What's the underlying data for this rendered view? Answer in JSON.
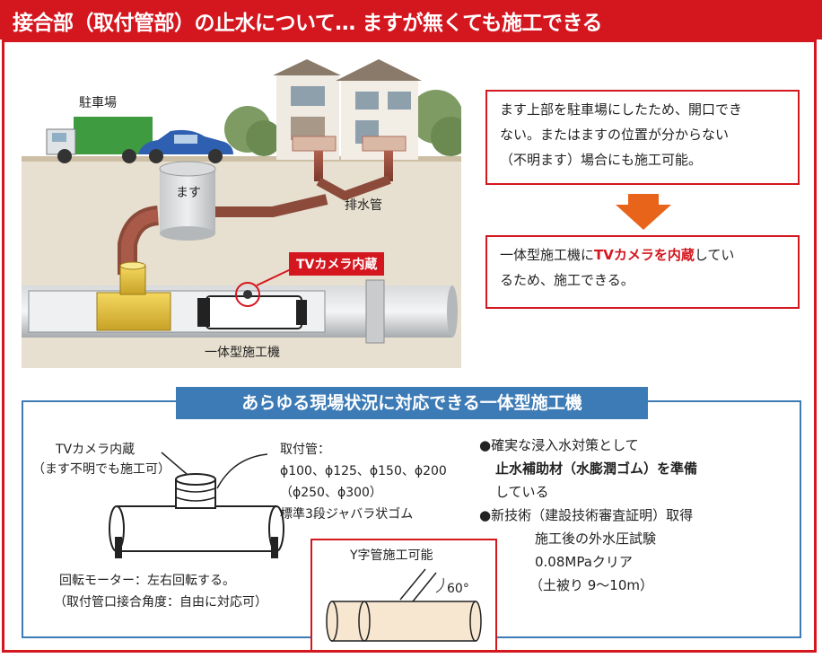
{
  "title": "接合部（取付管部）の止水について… ますが無くても施工できる",
  "scene": {
    "parking_label": "駐車場",
    "manhole_label": "ます",
    "drain_label": "排水管",
    "camera_tag": "TVカメラ内蔵",
    "machine_label": "一体型施工機"
  },
  "callout1": {
    "line1": "ます上部を駐車場にしたため、開口でき",
    "line2": "ない。またはますの位置が分からない",
    "line3": "（不明ます）場合にも施工可能。"
  },
  "callout2": {
    "pre": "一体型施工機に",
    "highlight": "TVカメラを内蔵",
    "post": "してい",
    "line2": "るため、施工できる。"
  },
  "lower": {
    "title": "あらゆる現場状況に対応できる一体型施工機",
    "camera_label": "TVカメラ内蔵",
    "camera_sub": "（ます不明でも施工可）",
    "pipe_label": "取付管：",
    "pipe_sizes1": "ϕ100、ϕ125、ϕ150、ϕ200",
    "pipe_sizes2": "（ϕ250、ϕ300）",
    "pipe_rubber": "標準3段ジャバラ状ゴム",
    "motor_label": "回転モーター：左右回転する。",
    "motor_sub": "（取付管口接合角度：自由に対応可）",
    "feature1": "●確実な浸入水対策として",
    "feature1_highlight": "止水補助材（水膨潤ゴム）を準備",
    "feature1_tail": "している",
    "feature2": "●新技術（建設技術審査証明）取得",
    "feature2_line2": "施工後の外水圧試験",
    "feature2_line3": "0.08MPaクリア",
    "feature2_line4": "（土被り 9〜10m）",
    "y_label": "Y字管施工可能",
    "angle_label": "60°"
  },
  "colors": {
    "accent_red": "#d4161f",
    "accent_blue": "#3d7bb6",
    "arrow_orange": "#e8641b"
  }
}
